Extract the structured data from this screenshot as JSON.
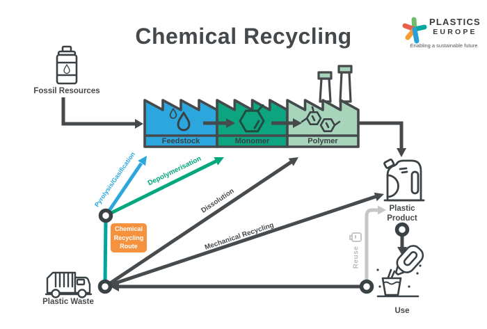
{
  "title": "Chemical Recycling",
  "logo": {
    "brand_line1": "PLASTICS",
    "brand_line2": "EUROPE",
    "tagline": "Enabling a sustainable future"
  },
  "stations": {
    "fossil": "Fossil Resources",
    "waste": "Plastic Waste",
    "product": "Plastic Product",
    "use": "Use"
  },
  "factories": [
    {
      "label": "Feedstock",
      "color": "#2BA7DE"
    },
    {
      "label": "Monomer",
      "color": "#0CA57F"
    },
    {
      "label": "Polymer",
      "color": "#A8D4BC"
    }
  ],
  "routes": {
    "pyrolysis": {
      "label": "Pyrolysis/Gasification",
      "color": "#2BA7DE"
    },
    "depolymerisation": {
      "label": "Depolymerisation",
      "color": "#00A87B"
    },
    "dissolution": {
      "label": "Dissolution",
      "color": "#474B4E"
    },
    "mechanical": {
      "label": "Mechanical Recycling",
      "color": "#474B4E"
    },
    "reuse": {
      "label": "Reuse",
      "color": "#C6C6C6"
    }
  },
  "badge": {
    "label": "Chemical Recycling Route",
    "color": "#F6923E"
  },
  "colors": {
    "outline": "#45494C",
    "teal_connector": "#00A5A0"
  }
}
